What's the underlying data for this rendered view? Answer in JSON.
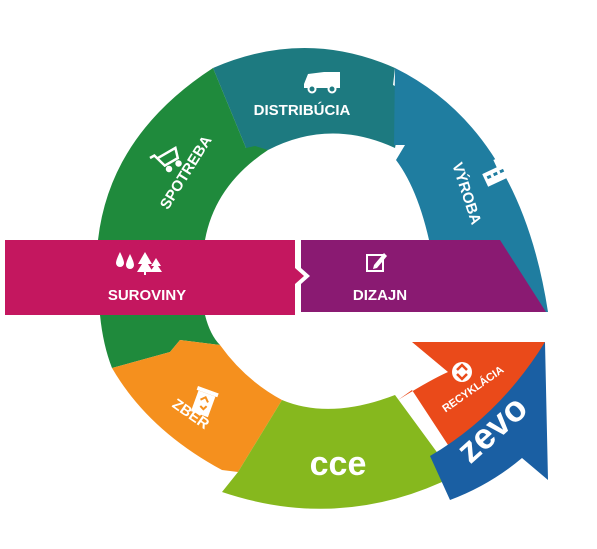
{
  "segments": {
    "distribucia": "DISTRIBÚCIA",
    "vyroba": "VÝROBA",
    "spotreba": "SPOTREBA",
    "suroviny": "SUROVINY",
    "dizajn": "DIZAJN",
    "zber": "ZBER",
    "recyklacia": "RECYKLÁCIA"
  },
  "center_logo": "cce",
  "brand_logo": "zevo",
  "icons": {
    "distribucia": "van-icon",
    "vyroba": "factory-icon",
    "spotreba": "shopping-cart-icon",
    "suroviny": "water-drops-and-trees-icon",
    "dizajn": "pencil-on-paper-icon",
    "zber": "recycle-bin-icon",
    "recyklacia": "recycling-symbol-icon"
  },
  "colors": {
    "distribucia": "#1d7a80",
    "vyroba": "#1f7da0",
    "spotreba": "#1f8a3c",
    "suroviny": "#c4175f",
    "dizajn": "#8a1a72",
    "zber": "#f5901e",
    "cce": "#86b81e",
    "recyklacia": "#ea4a1a",
    "zevo": "#1a5fa3"
  }
}
